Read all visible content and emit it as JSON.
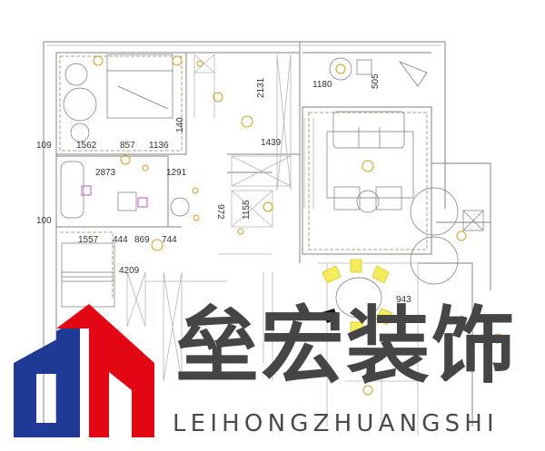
{
  "floor_plan": {
    "dimensions": {
      "d109": "109",
      "d1562": "1562",
      "d857": "857",
      "d1136": "1136",
      "d140": "140",
      "d2873": "2873",
      "d1291": "1291",
      "d100": "100",
      "d1557": "1557",
      "d444": "444",
      "d869": "869",
      "d744": "744",
      "d4209": "4209",
      "d2131": "2131",
      "d1439": "1439",
      "d972": "972",
      "d1155": "1155",
      "d1180": "1180",
      "d505": "505",
      "d943": "943"
    },
    "colors": {
      "walls": "#9a9a9a",
      "lamps": "#c9a227",
      "dining_chairs": "#f4ec5a",
      "fixtures": "#c040c0"
    }
  },
  "logo": {
    "name_cn": "垒宏装饰",
    "name_pinyin": "LEIHONGZHUANGSHI",
    "colors": {
      "blue": "#1f3a93",
      "red": "#e30613",
      "text": "#454545"
    }
  }
}
